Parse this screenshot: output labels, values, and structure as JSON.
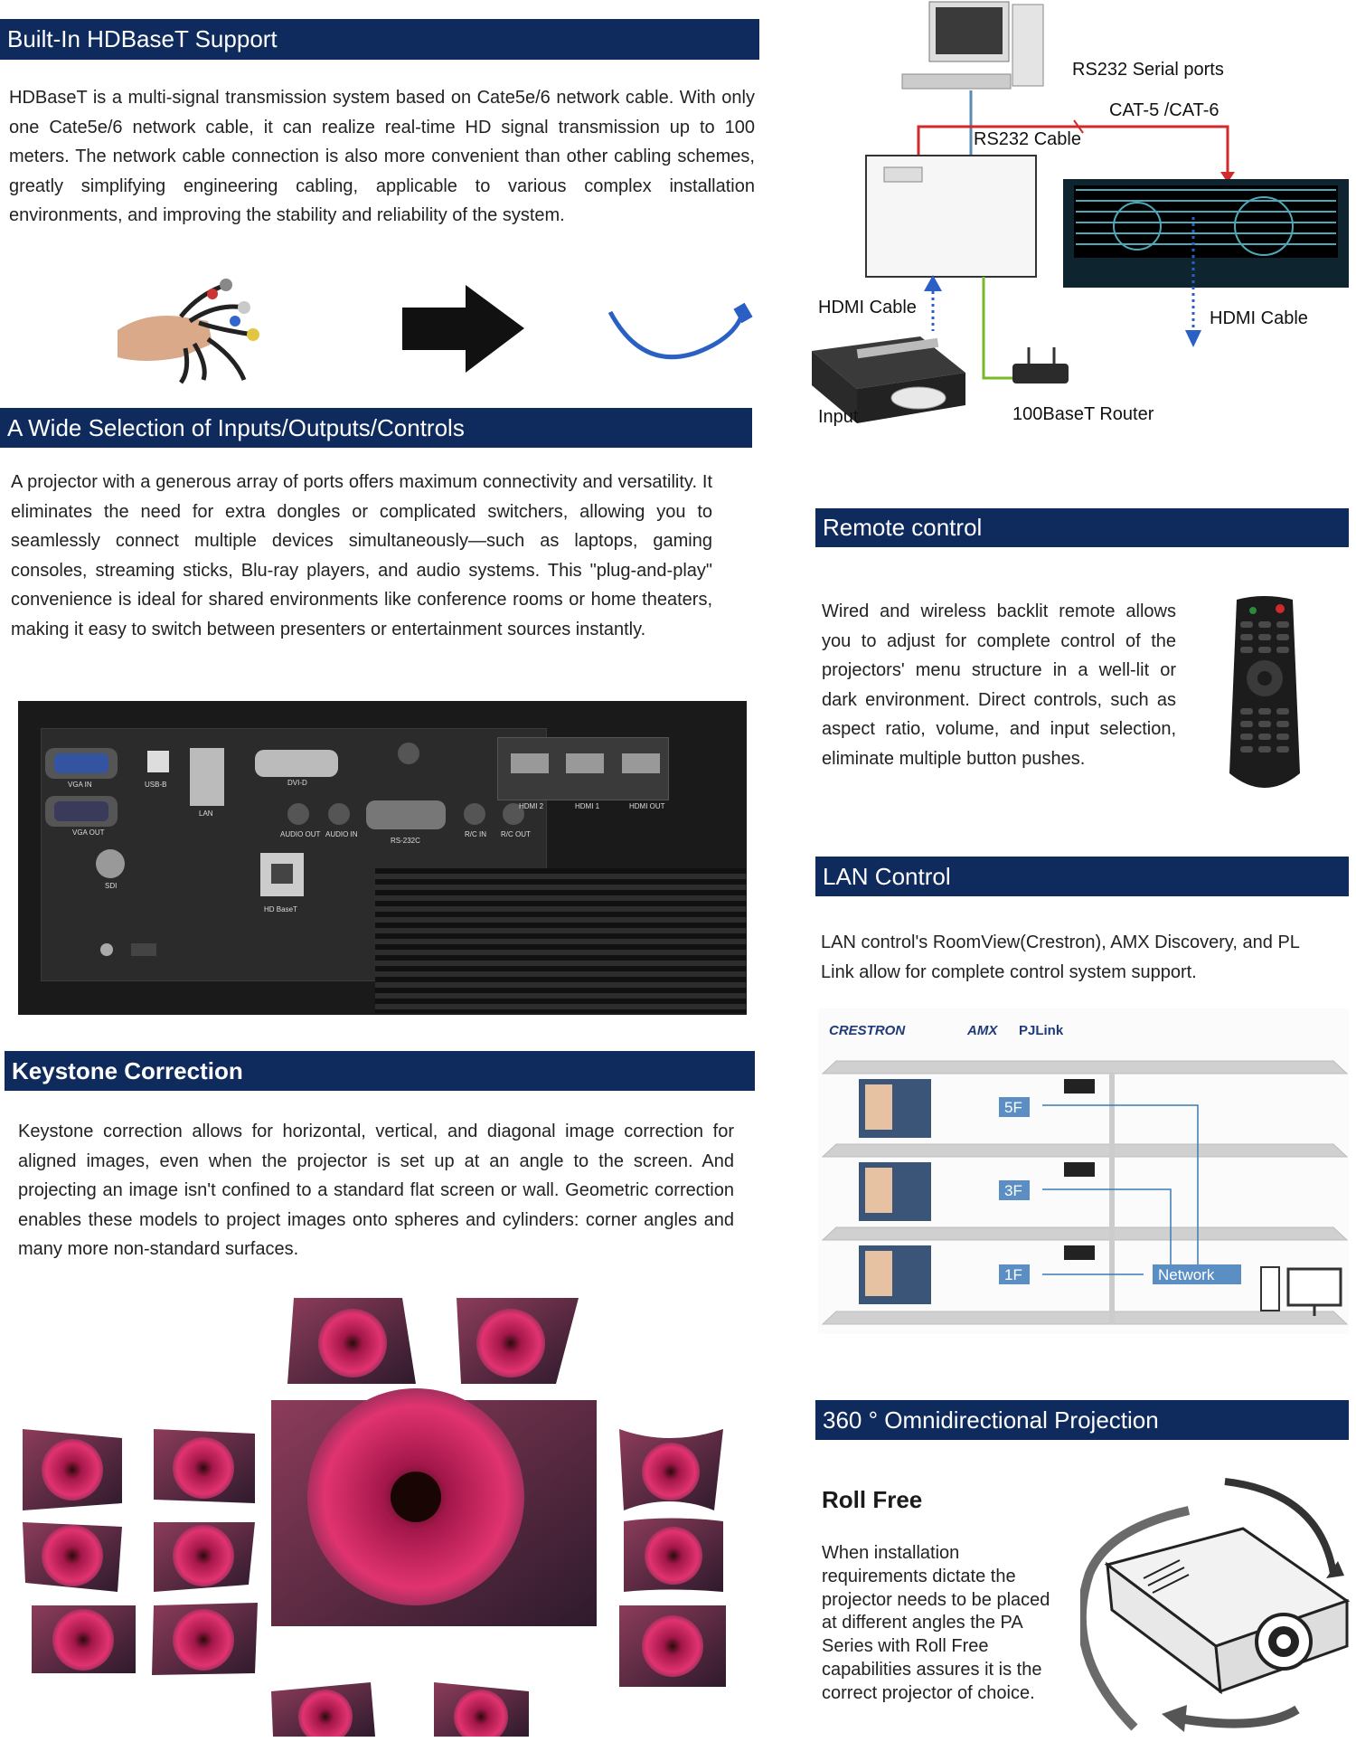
{
  "sections": {
    "hdbaset": {
      "title": "Built-In HDBaseT Support",
      "body": "HDBaseT is a multi-signal transmission system based on Cate5e/6 network cable. With only one Cate5e/6 network cable, it can realize real-time HD signal transmission up to 100 meters. The network cable connection is also more convenient than other cabling schemes, greatly simplifying engineering cabling, applicable to various complex installation environments, and improving the stability and reliability of the system."
    },
    "inputs": {
      "title": "A Wide Selection of Inputs/Outputs/Controls",
      "body": "A projector with a generous array of ports offers maximum connectivity and versatility. It eliminates the need for extra dongles or complicated switchers, allowing you to seamlessly connect multiple devices simultaneously—such as laptops, gaming consoles, streaming sticks, Blu-ray players, and audio systems. This \"plug-and-play\" convenience is ideal for shared environments like conference rooms or home theaters, making it easy to switch between presenters or entertainment sources instantly."
    },
    "keystone": {
      "title": "Keystone Correction",
      "body": "Keystone correction allows for horizontal, vertical, and diagonal image correction for aligned images, even when the projector is set up at an angle to the screen. And projecting an image isn't confined to a standard flat screen or wall. Geometric correction enables these models to project images onto spheres and cylinders: corner angles and many more non-standard surfaces."
    },
    "remote": {
      "title": "Remote control",
      "body": "Wired and wireless backlit remote allows you to adjust for complete control of the projectors' menu structure in a well-lit or dark environment. Direct controls, such as aspect ratio, volume, and input selection, eliminate multiple button pushes."
    },
    "lan": {
      "title": "LAN Control",
      "body": "LAN control's  RoomView(Crestron), AMX  Discovery, and PL Link allow for complete control system support."
    },
    "omni": {
      "title": "360 ° Omnidirectional Projection",
      "subtitle": "Roll Free",
      "body": "When installation requirements dictate the projector needs to be placed at different angles the PA Series with Roll Free capabilities assures it is the correct projector of choice."
    }
  },
  "diagram": {
    "rs232_ports": "RS232 Serial ports",
    "cat": "CAT-5 /CAT-6",
    "rs232_cable": "RS232 Cable",
    "hdmi_cable_left": "HDMI Cable",
    "hdmi_cable_right": "HDMI Cable",
    "input": "Input",
    "router": "100BaseT Router"
  },
  "ports": {
    "vga_in": "VGA IN",
    "usb_b": "USB-B",
    "lan": "LAN",
    "dvi_d": "DVI-D",
    "vga_out": "VGA OUT",
    "audio_out": "AUDIO OUT",
    "audio_in": "AUDIO IN",
    "rs232c": "RS-232C",
    "rc_in": "R/C IN",
    "rc_out": "R/C OUT",
    "sdi": "SDI",
    "hd_baset": "HD BaseT",
    "hdmi2": "HDMI 2",
    "hdmi1": "HDMI 1",
    "hdmi_out": "HDMI OUT"
  },
  "lan_diagram": {
    "logos": [
      "CRESTRON",
      "AMX",
      "PJLink"
    ],
    "floors": [
      "5F",
      "3F",
      "1F"
    ],
    "network": "Network"
  },
  "colors": {
    "band": "#0f2b5e",
    "cable_red": "#d12a2a",
    "cable_green": "#7ab828",
    "cable_blue": "#2a5fc4"
  }
}
